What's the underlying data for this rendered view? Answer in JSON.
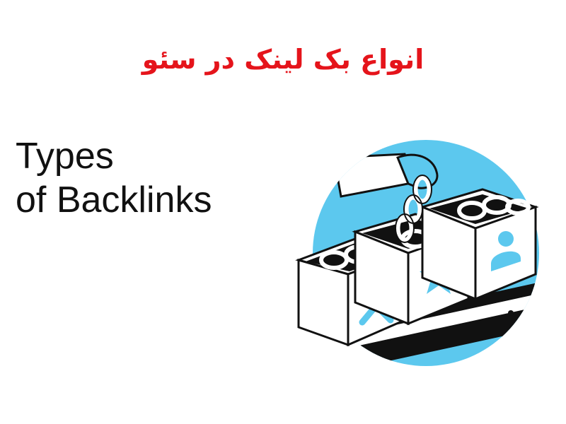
{
  "heading_fa": "انواع بک لینک در سئو",
  "heading_en": {
    "line1": "Types",
    "line2": "of Backlinks"
  },
  "colors": {
    "accent_red": "#e5141b",
    "illustration_blue": "#5cc8ee",
    "ink": "#111111"
  },
  "illustration": {
    "box_icons": [
      "x-mark-icon",
      "star-icon",
      "user-icon"
    ]
  }
}
